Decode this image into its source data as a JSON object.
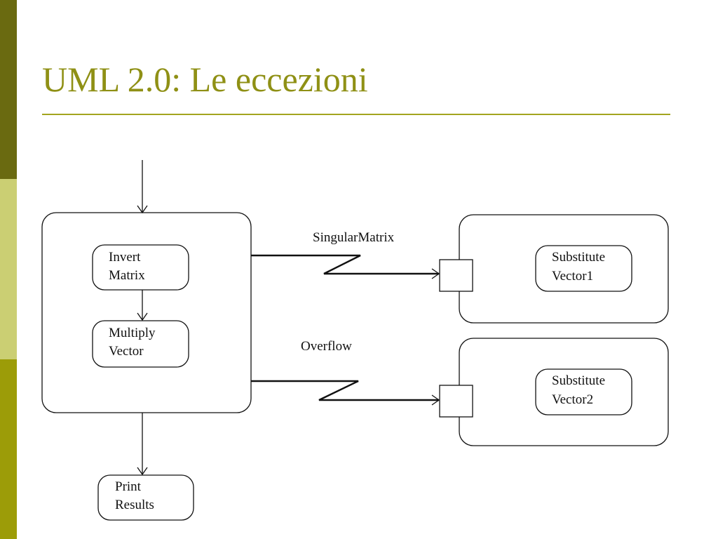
{
  "slide": {
    "title": "UML 2.0: Le eccezioni"
  },
  "diagram": {
    "actions": {
      "invert_matrix": [
        "Invert",
        "Matrix"
      ],
      "multiply_vector": [
        "Multiply",
        "Vector"
      ],
      "print_results": [
        "Print",
        "Results"
      ],
      "substitute_vector1": [
        "Substitute",
        "Vector1"
      ],
      "substitute_vector2": [
        "Substitute",
        "Vector2"
      ]
    },
    "exceptions": {
      "singular_matrix": "SingularMatrix",
      "overflow": "Overflow"
    }
  },
  "colors": {
    "title": "#8f9015",
    "rule": "#a3a51f",
    "bar_top": "#6a6a10",
    "bar_mid": "#cbcf73",
    "bar_bottom": "#9c9c08"
  }
}
